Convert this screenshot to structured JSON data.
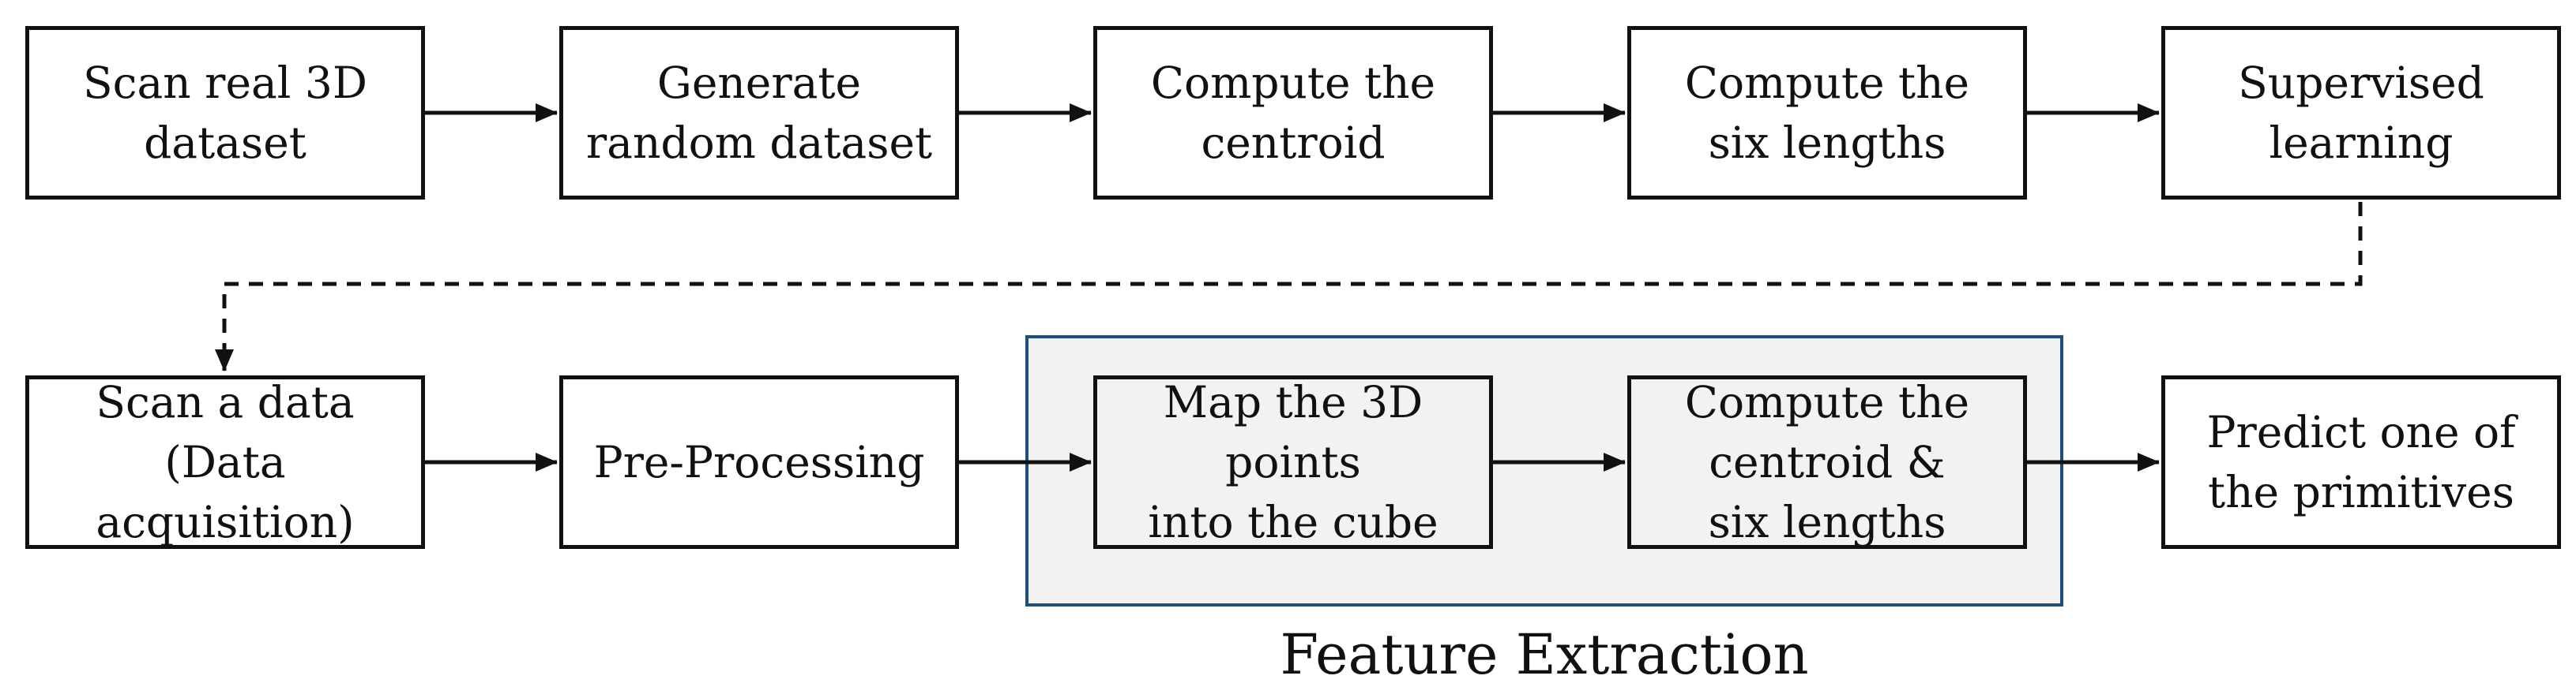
{
  "diagram": {
    "row1": [
      {
        "id": "scan-real",
        "label": "Scan real 3D\ndataset"
      },
      {
        "id": "generate-random",
        "label": "Generate\nrandom dataset"
      },
      {
        "id": "compute-centroid",
        "label": "Compute the\ncentroid"
      },
      {
        "id": "compute-six-lengths",
        "label": "Compute the\nsix lengths"
      },
      {
        "id": "supervised-learning",
        "label": "Supervised\nlearning"
      }
    ],
    "row2": [
      {
        "id": "scan-data",
        "label": "Scan a data\n(Data acquisition)"
      },
      {
        "id": "pre-processing",
        "label": "Pre-Processing"
      },
      {
        "id": "map-points",
        "label": "Map the 3D\npoints\ninto the cube"
      },
      {
        "id": "compute-centroid-lengths",
        "label": "Compute the\ncentroid &\nsix lengths"
      },
      {
        "id": "predict-primitive",
        "label": "Predict one of\nthe primitives"
      }
    ],
    "group": {
      "label": "Feature Extraction"
    },
    "colors": {
      "stroke": "#111111",
      "group_border": "#1f4e79",
      "group_fill": "#f2f2f2"
    }
  }
}
